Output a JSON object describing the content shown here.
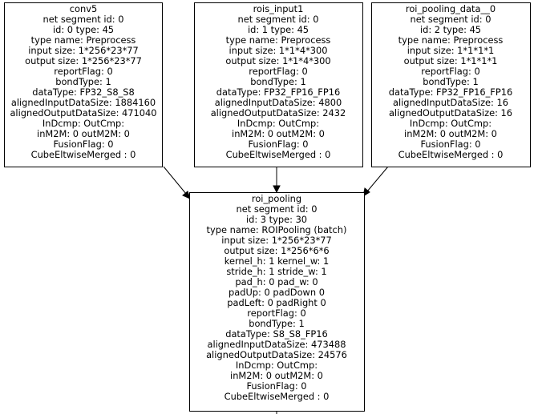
{
  "nodes": {
    "conv5": {
      "lines": [
        "conv5",
        "net segment id: 0",
        "id: 0 type: 45",
        "type name: Preprocess",
        "input size: 1*256*23*77",
        "output size: 1*256*23*77",
        "reportFlag: 0",
        "bondType: 1",
        "dataType: FP32_S8_S8",
        "alignedInputDataSize: 1884160",
        "alignedOutputDataSize: 471040",
        "InDcmp: OutCmp:",
        "inM2M: 0 outM2M: 0",
        "FusionFlag: 0",
        "CubeEltwiseMerged : 0"
      ]
    },
    "rois_input1": {
      "lines": [
        "rois_input1",
        "net segment id: 0",
        "id: 1 type: 45",
        "type name: Preprocess",
        "input size: 1*1*4*300",
        "output size: 1*1*4*300",
        "reportFlag: 0",
        "bondType: 1",
        "dataType: FP32_FP16_FP16",
        "alignedInputDataSize: 4800",
        "alignedOutputDataSize: 2432",
        "InDcmp: OutCmp:",
        "inM2M: 0 outM2M: 0",
        "FusionFlag: 0",
        "CubeEltwiseMerged : 0"
      ]
    },
    "roi_pooling_data": {
      "lines": [
        "roi_pooling_data__0",
        "net segment id: 0",
        "id: 2 type: 45",
        "type name: Preprocess",
        "input size: 1*1*1*1",
        "output size: 1*1*1*1",
        "reportFlag: 0",
        "bondType: 1",
        "dataType: FP32_FP16_FP16",
        "alignedInputDataSize: 16",
        "alignedOutputDataSize: 16",
        "InDcmp: OutCmp:",
        "inM2M: 0 outM2M: 0",
        "FusionFlag: 0",
        "CubeEltwiseMerged : 0"
      ]
    },
    "roi_pooling": {
      "lines": [
        "roi_pooling",
        "net segment id: 0",
        "id: 3 type: 30",
        "type name: ROIPooling (batch)",
        "input size: 1*256*23*77",
        "output size: 1*256*6*6",
        "kernel_h: 1 kernel_w: 1",
        "stride_h: 1 stride_w: 1",
        "pad_h: 0 pad_w: 0",
        "padUp: 0 padDown 0",
        "padLeft: 0 padRight 0",
        "reportFlag: 0",
        "bondType: 1",
        "dataType: S8_S8_FP16",
        "alignedInputDataSize: 473488",
        "alignedOutputDataSize: 24576",
        "InDcmp: OutCmp:",
        "inM2M: 0 outM2M: 0",
        "FusionFlag: 0",
        "CubeEltwiseMerged : 0"
      ]
    }
  },
  "edges": [
    {
      "from": "conv5",
      "to": "roi_pooling"
    },
    {
      "from": "rois_input1",
      "to": "roi_pooling"
    },
    {
      "from": "roi_pooling_data",
      "to": "roi_pooling"
    }
  ]
}
